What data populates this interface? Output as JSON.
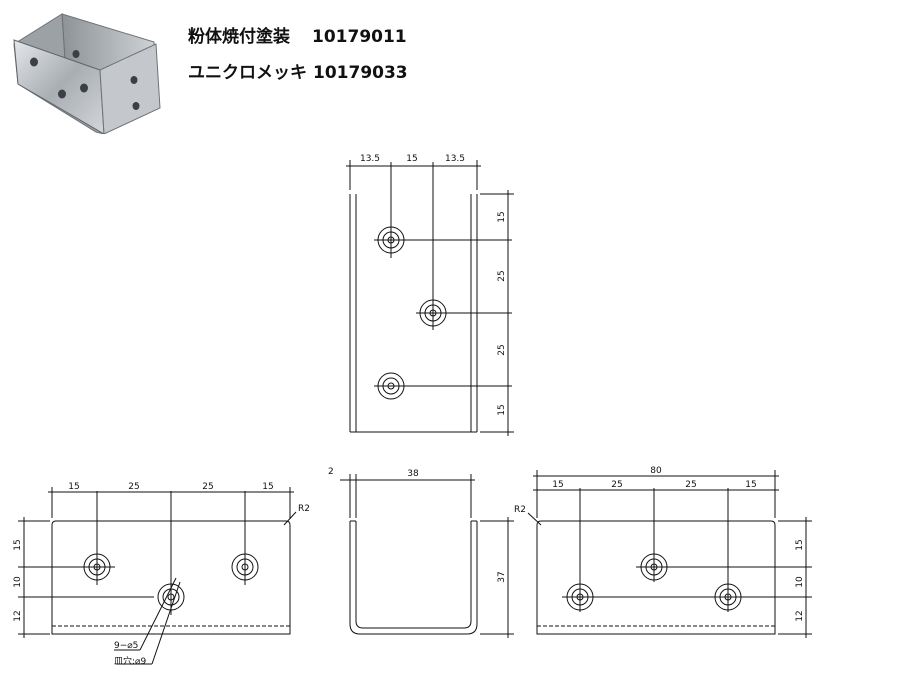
{
  "header": {
    "lines": [
      {
        "label": "粉体焼付塗装",
        "code": "10179011"
      },
      {
        "label": "ユニクロメッキ",
        "code": "10179033"
      }
    ]
  },
  "photo": {
    "icon": "u-bracket-photo-icon"
  },
  "top_view": {
    "dims_top": [
      "13.5",
      "15",
      "13.5"
    ],
    "dims_right": [
      "15",
      "25",
      "25",
      "15"
    ]
  },
  "front_view": {
    "dims_top": [
      "15",
      "25",
      "25",
      "15"
    ],
    "dims_left": [
      "15",
      "10",
      "12"
    ],
    "corner_radius": "R2",
    "note_hole": "9−⌀5",
    "note_countersink": "皿穴:⌀9"
  },
  "side_view": {
    "thickness": "2",
    "width": "38",
    "height": "37"
  },
  "back_view": {
    "overall": "80",
    "dims_top": [
      "15",
      "25",
      "25",
      "15"
    ],
    "dims_right": [
      "15",
      "10",
      "12"
    ],
    "corner_radius": "R2"
  },
  "colors": {
    "line": "#111111",
    "metal": "#b8bcc0"
  }
}
